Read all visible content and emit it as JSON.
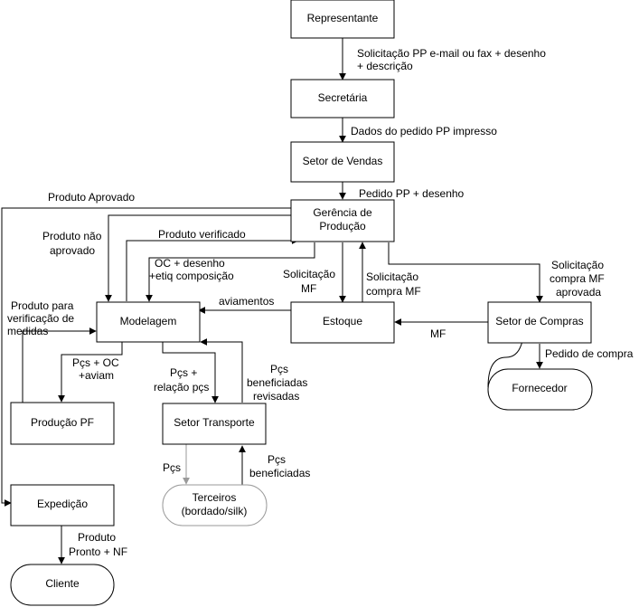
{
  "nodes": {
    "representante": "Representante",
    "secretaria": "Secretária",
    "setor_vendas": "Setor de Vendas",
    "gerencia_producao": [
      "Gerência de",
      "Produção"
    ],
    "modelagem": "Modelagem",
    "estoque": "Estoque",
    "setor_compras": "Setor de Compras",
    "fornecedor": "Fornecedor",
    "producao_pf": "Produção PF",
    "setor_transporte": "Setor Transporte",
    "terceiros": [
      "Terceiros",
      "(bordado/silk)"
    ],
    "expedicao": "Expedição",
    "cliente": "Cliente"
  },
  "edges": {
    "rep_sec": [
      "Solicitação PP e-mail ou fax + desenho",
      "+ descrição"
    ],
    "sec_vendas": "Dados do pedido PP impresso",
    "vendas_ger": "Pedido PP + desenho",
    "produto_aprovado": "Produto Aprovado",
    "produto_nao_aprovado": [
      "Produto não",
      "aprovado"
    ],
    "produto_verificado": "Produto verificado",
    "oc_desenho": [
      "OC + desenho",
      "+etiq composição"
    ],
    "solicitacao_mf": [
      "Solicitação",
      "MF"
    ],
    "solicitacao_compra_mf": [
      "Solicitação",
      "compra MF"
    ],
    "solicitacao_compra_mf_aprovada": [
      "Solicitação",
      "compra MF",
      "aprovada"
    ],
    "aviamentos": "aviamentos",
    "mf": "MF",
    "pedido_compra": "Pedido de compra",
    "produto_para_verificacao": [
      "Produto para",
      "verificação de",
      "medidas"
    ],
    "pcs_oc_aviam": [
      "Pçs + OC",
      "+aviam"
    ],
    "pcs_relacao": [
      "Pçs +",
      "relação pçs"
    ],
    "pcs_beneficiadas_revisadas": [
      "Pçs",
      "beneficiadas",
      "revisadas"
    ],
    "pcs": "Pçs",
    "pcs_beneficiadas": [
      "Pçs",
      "beneficiadas"
    ],
    "produto_pronto_nf": [
      "Produto",
      "Pronto + NF"
    ]
  }
}
